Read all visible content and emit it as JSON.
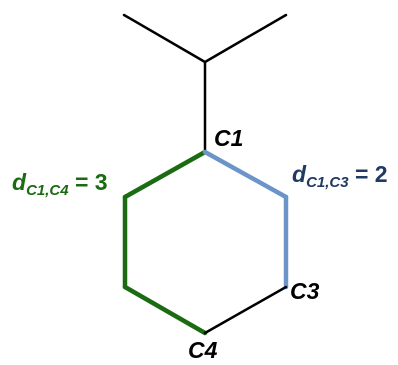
{
  "atoms": {
    "c1": "C1",
    "c3": "C3",
    "c4": "C4"
  },
  "distances": {
    "left": {
      "d": "d",
      "sub": "C1,C4",
      "rest": " = 3"
    },
    "right": {
      "d": "d",
      "sub": "C1,C3",
      "rest": " = 2"
    }
  },
  "colors": {
    "bond_default": "#000000",
    "path_c1_c4": "#1a6b12",
    "path_c1_c3": "#6b95c9",
    "label_left": "#1a6b12",
    "label_right": "#1f3a64",
    "atom_text": "#000000"
  }
}
